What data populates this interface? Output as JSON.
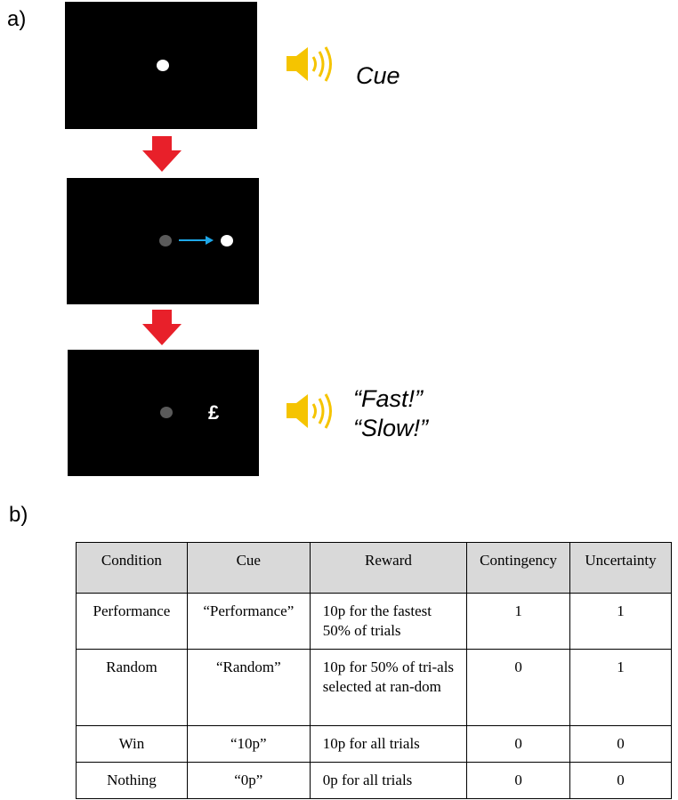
{
  "panel_a": {
    "label": "a)"
  },
  "panel_b": {
    "label": "b)"
  },
  "cue_text": "Cue",
  "feedback_text": [
    "“Fast!”",
    "“Slow!”"
  ],
  "pound_symbol": "£",
  "colors": {
    "screen": "#000000",
    "arrow_down": "#e8202a",
    "speaker": "#f5c400",
    "motion_arrow": "#1ea7e8",
    "grey_dot": "#5a5a5a",
    "table_header": "#d9d9d9"
  },
  "icons": [
    "speaker-icon",
    "down-arrow-icon",
    "right-arrow-icon"
  ],
  "table": {
    "headers": [
      "Condition",
      "Cue",
      "Reward",
      "Contingency",
      "Uncertainty"
    ],
    "rows": [
      [
        "Performance",
        "“Performance”",
        "10p for the fastest 50% of trials",
        "1",
        "1"
      ],
      [
        "Random",
        "“Random”",
        "10p for 50% of tri-als selected at ran-dom",
        "0",
        "1"
      ],
      [
        "Win",
        "“10p”",
        "10p for all trials",
        "0",
        "0"
      ],
      [
        "Nothing",
        "“0p”",
        "0p for all trials",
        "0",
        "0"
      ]
    ]
  }
}
